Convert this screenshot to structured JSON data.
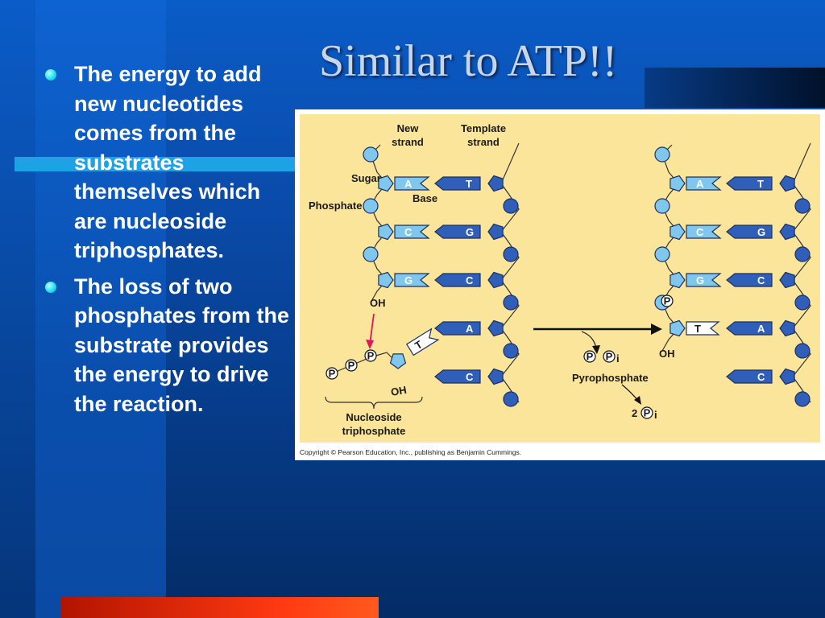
{
  "slide": {
    "title": "Similar to ATP!!",
    "bullets": [
      "The energy to add new nucleotides comes from the substrates themselves which are nucleoside triphosphates.",
      "The loss of two phosphates from the substrate provides the energy to drive the reaction."
    ]
  },
  "figure": {
    "labels": {
      "new_strand": [
        "New",
        "strand"
      ],
      "template_strand": [
        "Template",
        "strand"
      ],
      "sugar": "Sugar",
      "phosphate": "Phosphate",
      "base": "Base",
      "oh": "OH",
      "p": "P",
      "pi": "P",
      "subscript_i": "i",
      "nucleoside_triphosphate": [
        "Nucleoside",
        "triphosphate"
      ],
      "pyrophosphate": "Pyrophosphate",
      "two": "2"
    },
    "left_pairs": [
      {
        "new": "A",
        "template": "T"
      },
      {
        "new": "C",
        "template": "G"
      },
      {
        "new": "G",
        "template": "C"
      },
      {
        "new": "",
        "template": "A"
      },
      {
        "new": "",
        "template": "C"
      }
    ],
    "incoming_base": "T",
    "right_pairs": [
      {
        "new": "A",
        "template": "T"
      },
      {
        "new": "C",
        "template": "G"
      },
      {
        "new": "G",
        "template": "C"
      },
      {
        "new": "T",
        "template": "A"
      },
      {
        "new": "",
        "template": "C"
      }
    ],
    "copyright": "Copyright © Pearson Education, Inc., publishing as Benjamin Cummings.",
    "colors": {
      "panel": "#fbe59a",
      "new_strand_fill": "#7fc7ec",
      "template_fill": "#2f5fb8",
      "outline": "#1c2f66",
      "arrow_red": "#e0165a"
    }
  }
}
